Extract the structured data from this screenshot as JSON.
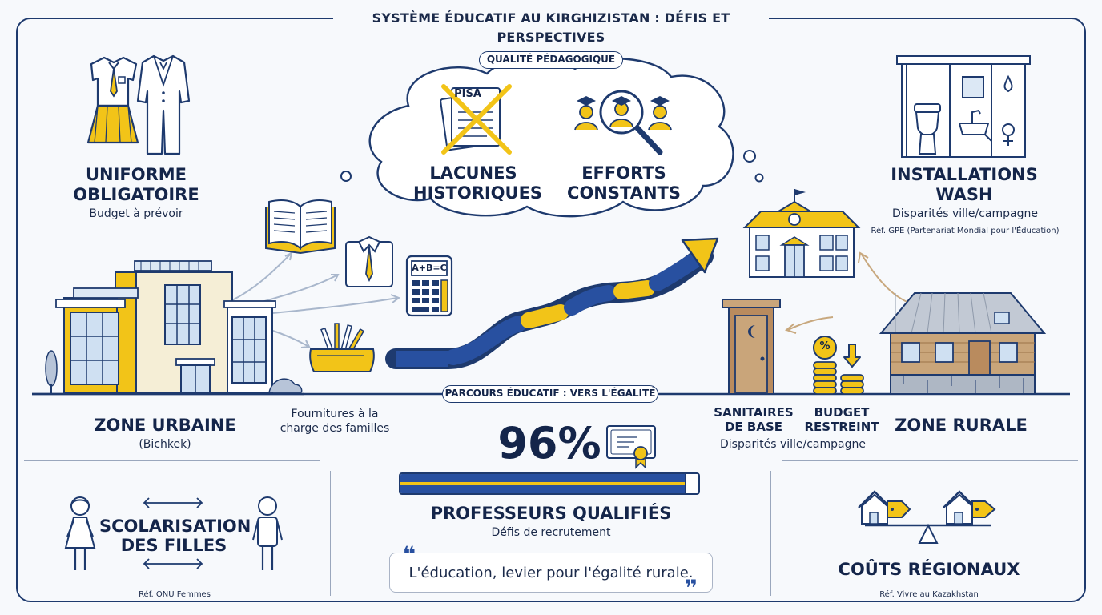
{
  "title": "SYSTÈME ÉDUCATIF AU KIRGHIZISTAN : DÉFIS ET PERSPECTIVES",
  "colors": {
    "navy": "#1e3a6e",
    "yellow": "#f2c418",
    "blue": "#2850a0",
    "wood": "#b98b5e"
  },
  "uniform": {
    "heading_line1": "UNIFORME",
    "heading_line2": "OBLIGATOIRE",
    "sub": "Budget à prévoir"
  },
  "cloud": {
    "label": "QUALITÉ PÉDAGOGIQUE",
    "pisa": "PISA",
    "left_line1": "LACUNES",
    "left_line2": "HISTORIQUES",
    "right_line1": "EFFORTS",
    "right_line2": "CONSTANTS"
  },
  "wash": {
    "heading_line1": "INSTALLATIONS",
    "heading_line2": "WASH",
    "sub": "Disparités ville/campagne",
    "ref": "Réf. GPE (Partenariat Mondial pour l'Éducation)"
  },
  "calculator_text": "A+B=C",
  "urban": {
    "heading": "ZONE URBAINE",
    "sub": "(Bichkek)"
  },
  "supplies": {
    "line1": "Fournitures à la",
    "line2": "charge des familles"
  },
  "path_label": "PARCOURS ÉDUCATIF : VERS L'ÉGALITÉ",
  "rural": {
    "sanitation_line1": "SANITAIRES",
    "sanitation_line2": "DE BASE",
    "budget_line1": "BUDGET",
    "budget_line2": "RESTREINT",
    "disparity": "Disparités ville/campagne",
    "heading": "ZONE RURALE",
    "coin_symbol": "%"
  },
  "teachers": {
    "percent": "96%",
    "progress": 0.96,
    "heading": "PROFESSEURS QUALIFIÉS",
    "sub": "Défis de recrutement"
  },
  "girls": {
    "heading_line1": "SCOLARISATION",
    "heading_line2": "DES FILLES",
    "ref": "Réf. ONU Femmes"
  },
  "quote": {
    "open": "❝",
    "text": "L'éducation, levier pour l'égalité rurale.",
    "close": "❞"
  },
  "costs": {
    "heading": "COÛTS RÉGIONAUX",
    "ref": "Réf. Vivre au Kazakhstan"
  }
}
